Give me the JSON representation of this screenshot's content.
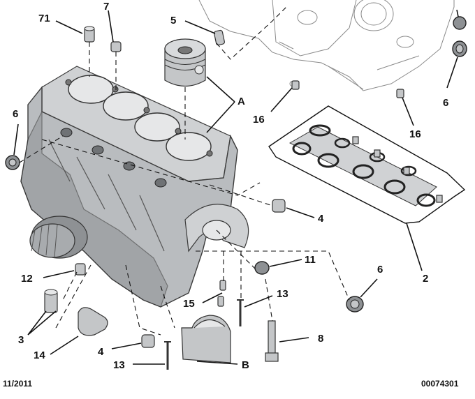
{
  "diagram": {
    "callouts": [
      {
        "id": "c71",
        "text": "71"
      },
      {
        "id": "c7",
        "text": "7"
      },
      {
        "id": "c5",
        "text": "5"
      },
      {
        "id": "cA",
        "text": "A"
      },
      {
        "id": "c6a",
        "text": "6"
      },
      {
        "id": "c6b",
        "text": "6"
      },
      {
        "id": "c6c",
        "text": "6"
      },
      {
        "id": "c16a",
        "text": "16"
      },
      {
        "id": "c16b",
        "text": "16"
      },
      {
        "id": "c4a",
        "text": "4"
      },
      {
        "id": "c4b",
        "text": "4"
      },
      {
        "id": "c11",
        "text": "11"
      },
      {
        "id": "c2",
        "text": "2"
      },
      {
        "id": "c12",
        "text": "12"
      },
      {
        "id": "c13a",
        "text": "13"
      },
      {
        "id": "c13b",
        "text": "13"
      },
      {
        "id": "c15",
        "text": "15"
      },
      {
        "id": "c3",
        "text": "3"
      },
      {
        "id": "c14",
        "text": "14"
      },
      {
        "id": "c8",
        "text": "8"
      },
      {
        "id": "cB",
        "text": "B"
      }
    ],
    "footer_left": "11/2011",
    "footer_right": "00074301"
  }
}
